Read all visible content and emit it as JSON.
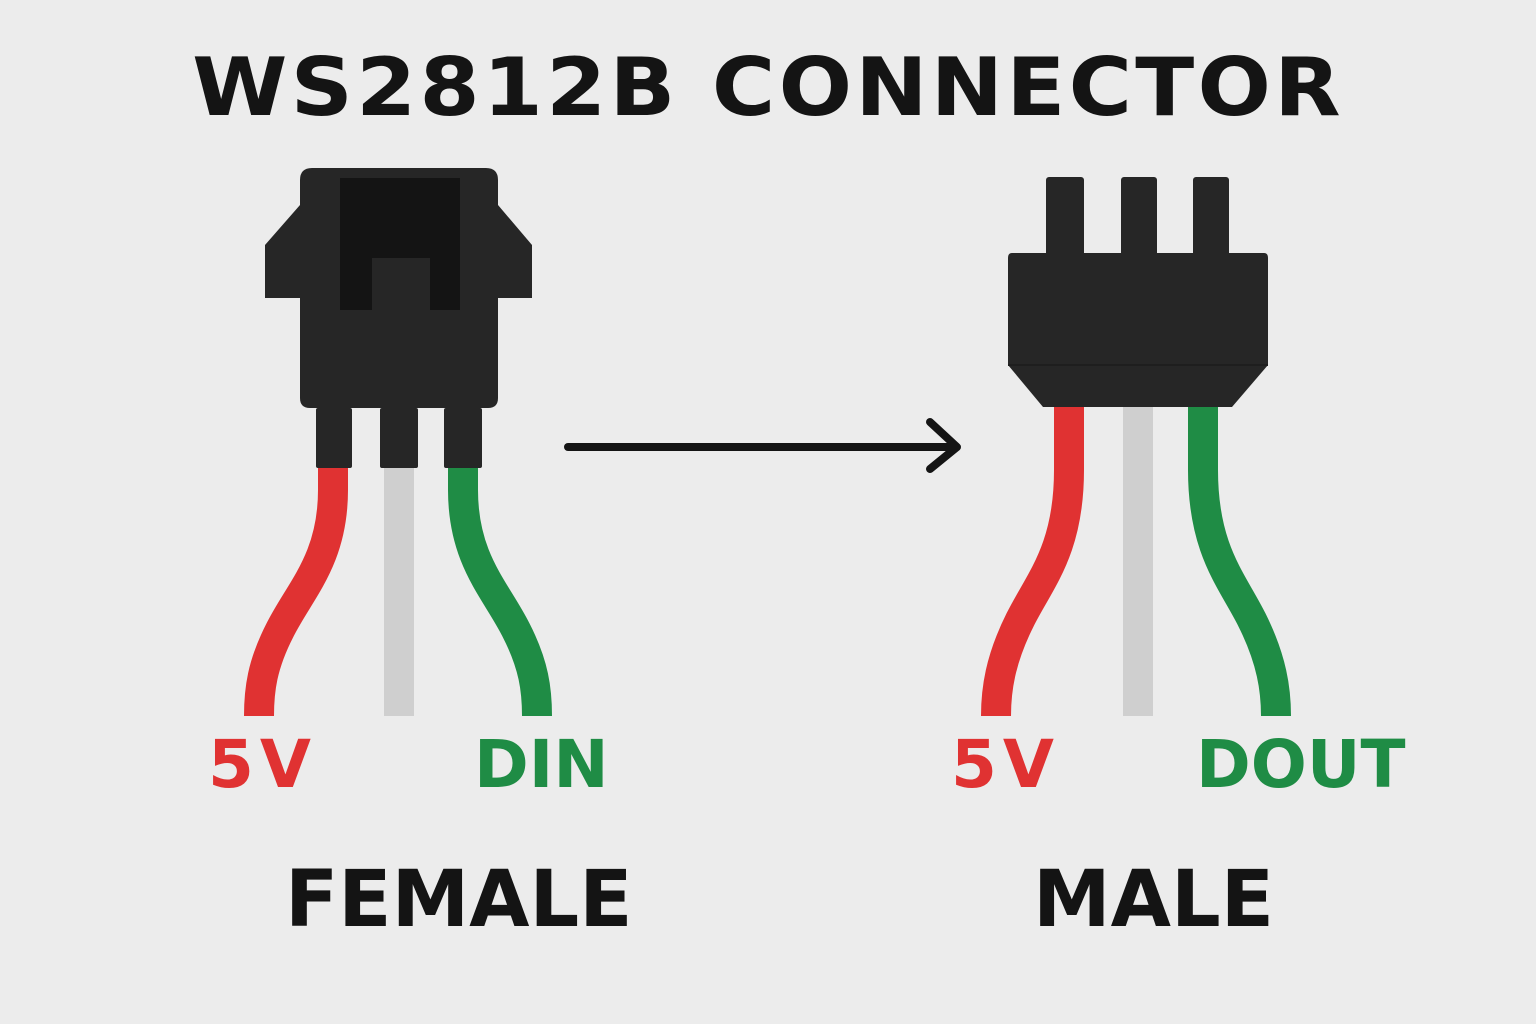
{
  "title": "WS2812B CONNECTOR",
  "colors": {
    "background": "#ececec",
    "connector_body": "#262626",
    "wire_5v": "#e03232",
    "wire_middle": "#cfcfcf",
    "wire_data": "#1f8c45",
    "text": "#141414"
  },
  "female": {
    "label": "FEMALE",
    "pins": {
      "power": "5V",
      "data": "DIN"
    }
  },
  "male": {
    "label": "MALE",
    "pins": {
      "power": "5V",
      "data": "DOUT"
    }
  },
  "arrow": {
    "direction": "female-to-male",
    "icon": "arrow-right-icon"
  }
}
